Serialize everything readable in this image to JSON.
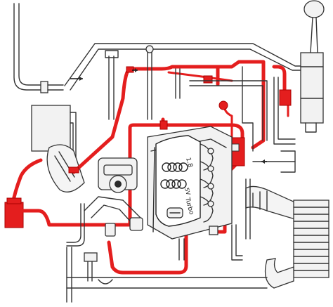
{
  "diagram": {
    "engine_cover": {
      "displacement_badge": "1.8",
      "valve_badge": "5V",
      "model_label": "Turbo"
    },
    "colors": {
      "vacuum_hose": "#e41e1e",
      "outline": "#333333",
      "background": "#ffffff"
    },
    "icons": [
      "reservoir-ball-icon",
      "audi-rings-logo-icon",
      "flow-arrow-icon",
      "intercooler-icon",
      "vacuum-canister-icon"
    ]
  }
}
